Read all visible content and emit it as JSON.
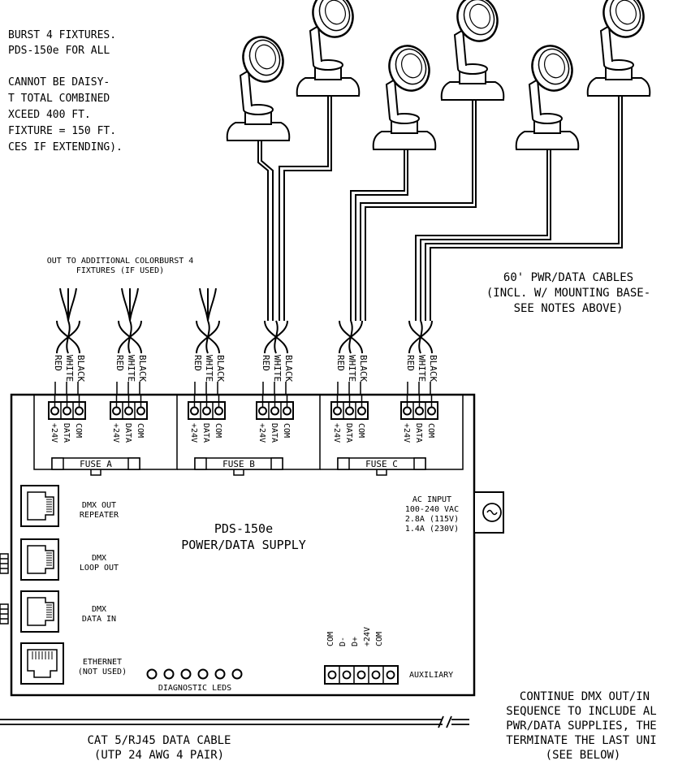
{
  "notes": {
    "line1": "BURST 4 FIXTURES.",
    "line2": "PDS-150e FOR ALL",
    "line3": "CANNOT BE DAISY-",
    "line4": "T TOTAL COMBINED",
    "line5": "XCEED 400 FT.",
    "line6": "FIXTURE = 150 FT.",
    "line7": "CES IF EXTENDING)."
  },
  "labels": {
    "out_additional_1": "OUT TO ADDITIONAL COLORBURST 4",
    "out_additional_2": "FIXTURES (IF USED)",
    "cables_1": "60' PWR/DATA CABLES",
    "cables_2": "(INCL. W/ MOUNTING BASE-",
    "cables_3": "SEE NOTES ABOVE)",
    "continue_1": "CONTINUE DMX OUT/IN",
    "continue_2": "SEQUENCE TO INCLUDE AL",
    "continue_3": "PWR/DATA SUPPLIES, THE",
    "continue_4": "TERMINATE THE LAST UNI",
    "continue_5": "(SEE BELOW)",
    "cat5_1": "CAT 5/RJ45 DATA CABLE",
    "cat5_2": "(UTP 24 AWG 4 PAIR)"
  },
  "wires": {
    "red": "RED",
    "white": "WHITE",
    "black": "BLACK"
  },
  "terminals": {
    "v24": "+24V",
    "data": "DATA",
    "com": "COM"
  },
  "fuses": {
    "a": "FUSE A",
    "b": "FUSE B",
    "c": "FUSE C"
  },
  "supply": {
    "name": "PDS-150e",
    "desc": "POWER/DATA SUPPLY",
    "ac_1": "AC INPUT",
    "ac_2": "100-240 VAC",
    "ac_3": "2.8A (115V)",
    "ac_4": "1.4A (230V)"
  },
  "ports": {
    "dmx_out_1": "DMX OUT",
    "dmx_out_2": "REPEATER",
    "loop_1": "DMX",
    "loop_2": "LOOP OUT",
    "in_1": "DMX",
    "in_2": "DATA IN",
    "eth_1": "ETHERNET",
    "eth_2": "(NOT USED)"
  },
  "diagnostic": "DIAGNOSTIC LEDS",
  "aux": {
    "label": "AUXILIARY",
    "pins": [
      "COM",
      "D-",
      "D+",
      "+24V",
      "COM"
    ]
  }
}
